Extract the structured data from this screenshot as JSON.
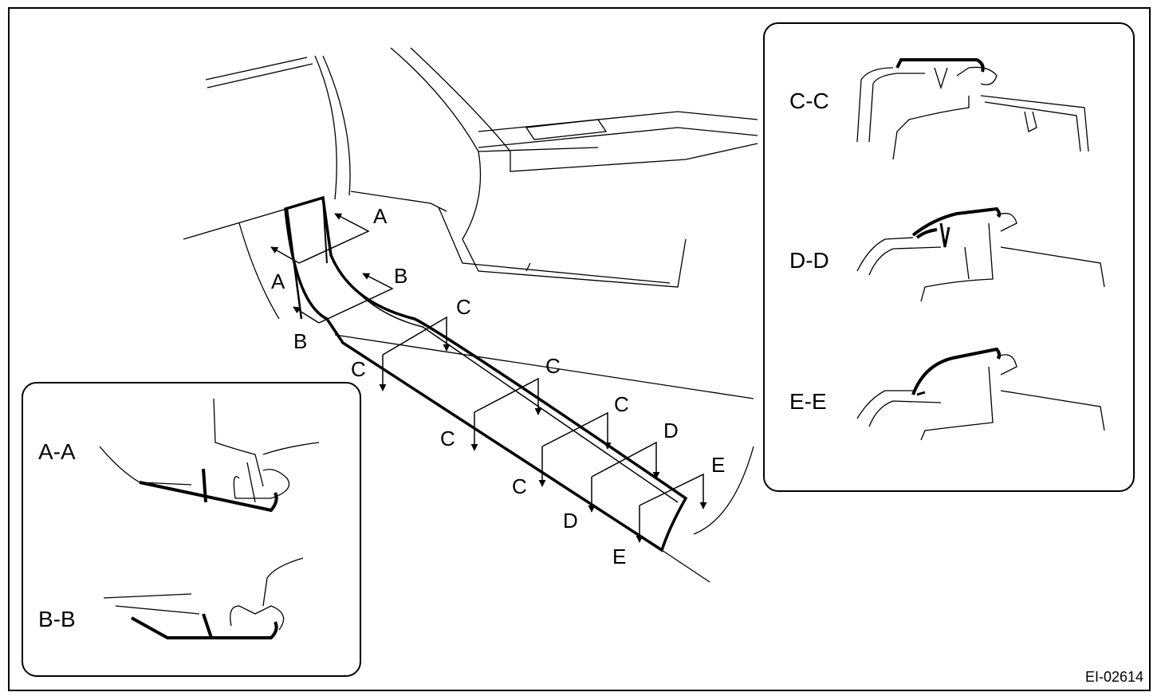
{
  "figure_code": "EI-02614",
  "section_labels": {
    "aa": "A-A",
    "bb": "B-B",
    "cc": "C-C",
    "dd": "D-D",
    "ee": "E-E"
  },
  "cut_labels": {
    "a": "A",
    "b": "B",
    "c": "C",
    "d": "D",
    "e": "E"
  }
}
